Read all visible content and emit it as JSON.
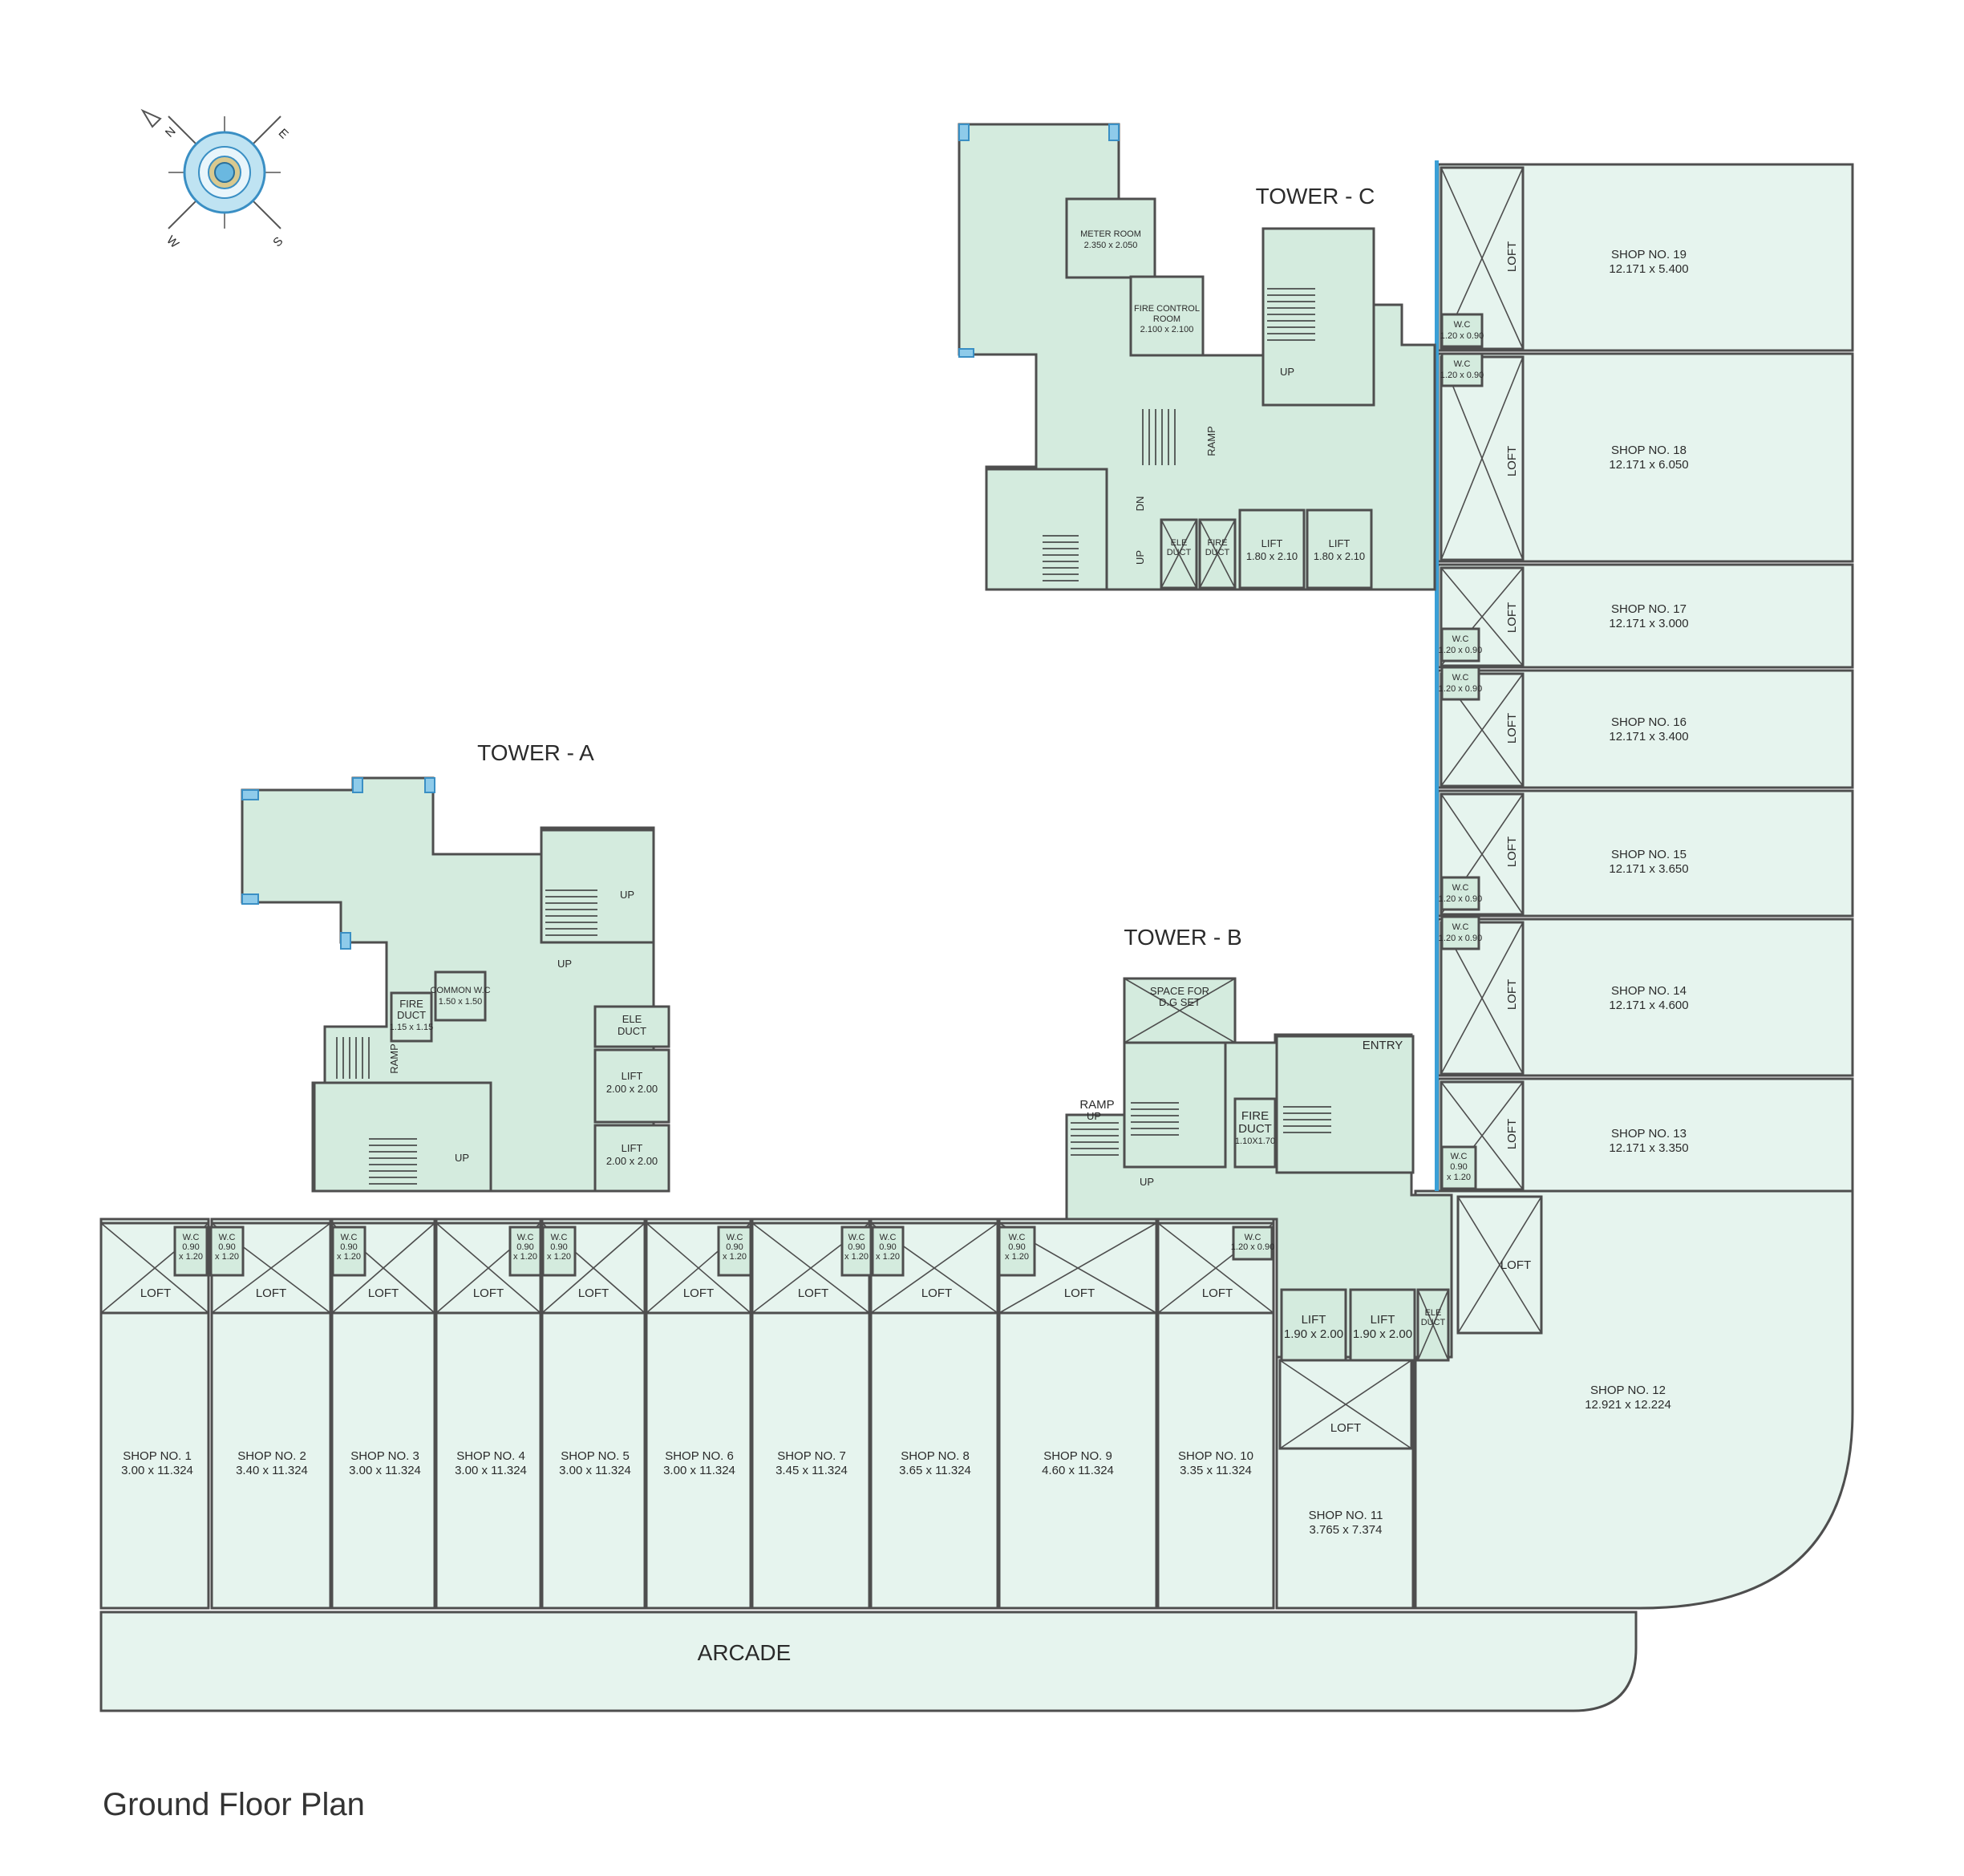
{
  "title": "Ground Floor Plan",
  "compass": {
    "n": "N",
    "e": "E",
    "s": "S",
    "w": "W"
  },
  "towers": {
    "a": "TOWER - A",
    "b": "TOWER - B",
    "c": "TOWER - C"
  },
  "arcade": "ARCADE",
  "loft": "LOFT",
  "shops": [
    {
      "name": "SHOP NO. 1",
      "size": "3.00  x 11.324"
    },
    {
      "name": "SHOP NO. 2",
      "size": "3.40 x 11.324"
    },
    {
      "name": "SHOP NO. 3",
      "size": "3.00 x 11.324"
    },
    {
      "name": "SHOP NO. 4",
      "size": "3.00 x 11.324"
    },
    {
      "name": "SHOP NO. 5",
      "size": "3.00 x 11.324"
    },
    {
      "name": "SHOP NO. 6",
      "size": "3.00 x 11.324"
    },
    {
      "name": "SHOP NO. 7",
      "size": "3.45 x 11.324"
    },
    {
      "name": "SHOP NO. 8",
      "size": "3.65 x 11.324"
    },
    {
      "name": "SHOP NO. 9",
      "size": "4.60 x 11.324"
    },
    {
      "name": "SHOP NO. 10",
      "size": "3.35 x 11.324"
    },
    {
      "name": "SHOP NO. 11",
      "size": "3.765 x 7.374"
    },
    {
      "name": "SHOP NO. 12",
      "size": "12.921 x 12.224"
    },
    {
      "name": "SHOP NO. 13",
      "size": "12.171 x 3.350"
    },
    {
      "name": "SHOP NO. 14",
      "size": "12.171 x 4.600"
    },
    {
      "name": "SHOP NO. 15",
      "size": "12.171 x 3.650"
    },
    {
      "name": "SHOP NO. 16",
      "size": "12.171 x 3.400"
    },
    {
      "name": "SHOP NO. 17",
      "size": "12.171 x 3.000"
    },
    {
      "name": "SHOP NO. 18",
      "size": "12.171 x 6.050"
    },
    {
      "name": "SHOP NO. 19",
      "size": "12.171 x 5.400"
    }
  ],
  "wc_bottom": [
    {
      "l1": "W.C",
      "l2": "0.90",
      "l3": "x 1.20"
    },
    {
      "l1": "W.C",
      "l2": "0.90",
      "l3": "x 1.20"
    },
    {
      "l1": "W.C",
      "l2": "0.90",
      "l3": "x 1.20"
    },
    {
      "l1": "W.C",
      "l2": "0.90",
      "l3": "x 1.20"
    },
    {
      "l1": "W.C",
      "l2": "0.90",
      "l3": "x 1.20"
    },
    {
      "l1": "W.C",
      "l2": "0.90",
      "l3": "x 1.20"
    },
    {
      "l1": "W.C",
      "l2": "0.90",
      "l3": "x 1.20"
    },
    {
      "l1": "W.C",
      "l2": "0.90",
      "l3": "x 1.20"
    },
    {
      "l1": "W.C",
      "l2": "0.90",
      "l3": "x 1.20"
    },
    {
      "l1": "W.C",
      "l2": "1.20 x 0.90",
      "l3": ""
    }
  ],
  "wc_right": [
    {
      "l1": "W.C",
      "l2": "1.20 x 0.90"
    },
    {
      "l1": "W.C",
      "l2": "1.20 x 0.90"
    },
    {
      "l1": "W.C",
      "l2": "1.20 x 0.90"
    },
    {
      "l1": "W.C",
      "l2": "1.20 x 0.90"
    },
    {
      "l1": "W.C",
      "l2": "1.20 x 0.90"
    },
    {
      "l1": "W.C",
      "l2": "1.20 x 0.90"
    },
    {
      "l1": "W.C",
      "l2": "0.90",
      "l3": "x 1.20"
    }
  ],
  "tower_a": {
    "ele_duct_1": "ELE",
    "ele_duct_2": "DUCT",
    "lift1_1": "LIFT",
    "lift1_2": "2.00 x 2.00",
    "lift2_1": "LIFT",
    "lift2_2": "2.00 x 2.00",
    "fire_duct_1": "FIRE",
    "fire_duct_2": "DUCT",
    "fire_duct_3": "1.15 x 1.15",
    "common_wc_1": "COMMON W.C",
    "common_wc_2": "1.50 x 1.50",
    "ramp": "RAMP",
    "up1": "UP",
    "up2": "UP",
    "up3": "UP"
  },
  "tower_b": {
    "dg_1": "SPACE FOR",
    "dg_2": "D.G SET",
    "entry": "ENTRY",
    "ramp": "RAMP",
    "ramp_up": "UP",
    "up": "UP",
    "fire_duct_1": "FIRE",
    "fire_duct_2": "DUCT",
    "fire_duct_3": "1.10X1.70",
    "lift1_1": "LIFT",
    "lift1_2": "1.90 x 2.00",
    "lift2_1": "LIFT",
    "lift2_2": "1.90 x 2.00",
    "ele_duct_1": "ELE",
    "ele_duct_2": "DUCT"
  },
  "tower_c": {
    "meter_1": "METER ROOM",
    "meter_2": "2.350 x 2.050",
    "fcr_1": "FIRE CONTROL",
    "fcr_2": "ROOM",
    "fcr_3": "2.100 x 2.100",
    "ramp": "RAMP",
    "up1": "UP",
    "up2": "UP",
    "dn": "DN",
    "ele_duct_1": "ELE",
    "ele_duct_2": "DUCT",
    "fire_duct_1": "FIRE",
    "fire_duct_2": "DUCT",
    "lift1_1": "LIFT",
    "lift1_2": "1.80 x 2.10",
    "lift2_1": "LIFT",
    "lift2_2": "1.80 x 2.10"
  }
}
